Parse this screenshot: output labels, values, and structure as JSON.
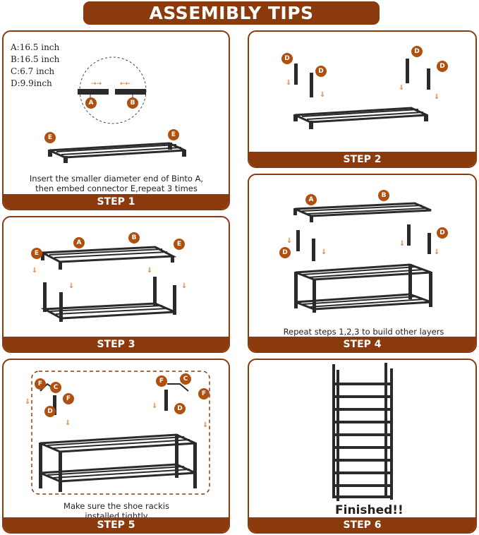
{
  "title": "ASSEMIBLY TIPS",
  "dims": [
    "A:16.5 inch",
    "B:16.5 inch",
    "C:6.7 inch",
    "D:9.9inch"
  ],
  "labels": {
    "a": "A",
    "b": "B",
    "c": "C",
    "d": "D",
    "e": "E",
    "f": "F"
  },
  "step1": {
    "title": "STEP 1",
    "caption_l1": "Insert the smaller diameter end of Binto A,",
    "caption_l2": "then embed connector E,repeat 3 times"
  },
  "step2": {
    "title": "STEP 2"
  },
  "step3": {
    "title": "STEP 3"
  },
  "step4": {
    "title": "STEP 4",
    "caption": "Repeat steps 1,2,3 to build other layers"
  },
  "step5": {
    "title": "STEP 5",
    "caption_l1": "Make sure the shoe rackis",
    "caption_l2": "installed tightly"
  },
  "step6": {
    "title": "STEP 6",
    "caption": "Finished!!"
  },
  "colors": {
    "brand": "#8a3a0c",
    "badge": "#b0500f",
    "arrow": "#d06a1f",
    "metal": "#2a2a2a"
  }
}
